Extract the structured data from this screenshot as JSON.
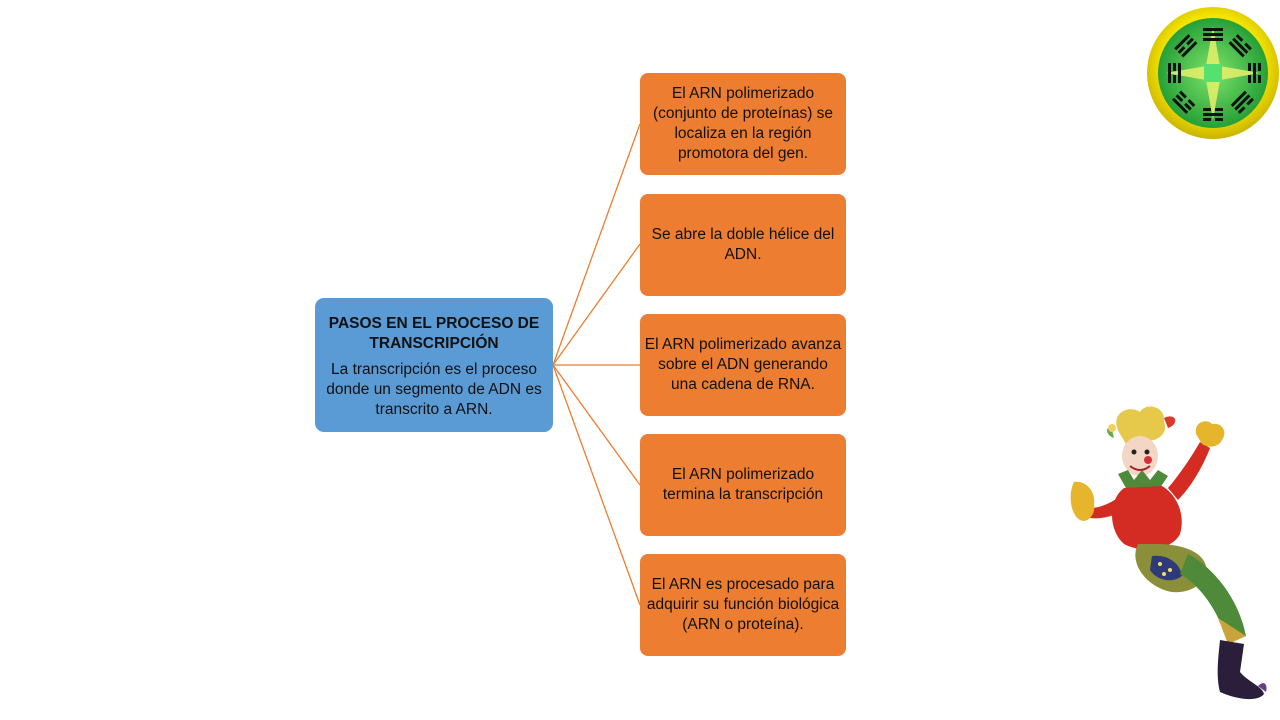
{
  "root": {
    "title": "PASOS EN EL PROCESO DE TRANSCRIPCIÓN",
    "description": "La transcripción es el proceso donde un segmento de ADN es transcrito a ARN."
  },
  "steps": [
    {
      "text": "El ARN polimerizado (conjunto de proteínas) se localiza en la región promotora del gen."
    },
    {
      "text": "Se abre la doble hélice del ADN."
    },
    {
      "text": "El ARN polimerizado avanza sobre el ADN generando una cadena de RNA."
    },
    {
      "text": "El ARN polimerizado termina la transcripción"
    },
    {
      "text": "El ARN es procesado para adquirir su función biológica (ARN o proteína)."
    }
  ],
  "colors": {
    "root_fill": "#5b9bd5",
    "step_fill": "#ed7d31",
    "connector": "#ed7d31"
  },
  "images": {
    "logo": "bagua-trigram-emblem",
    "mascot": "dancing-jester-figure"
  }
}
